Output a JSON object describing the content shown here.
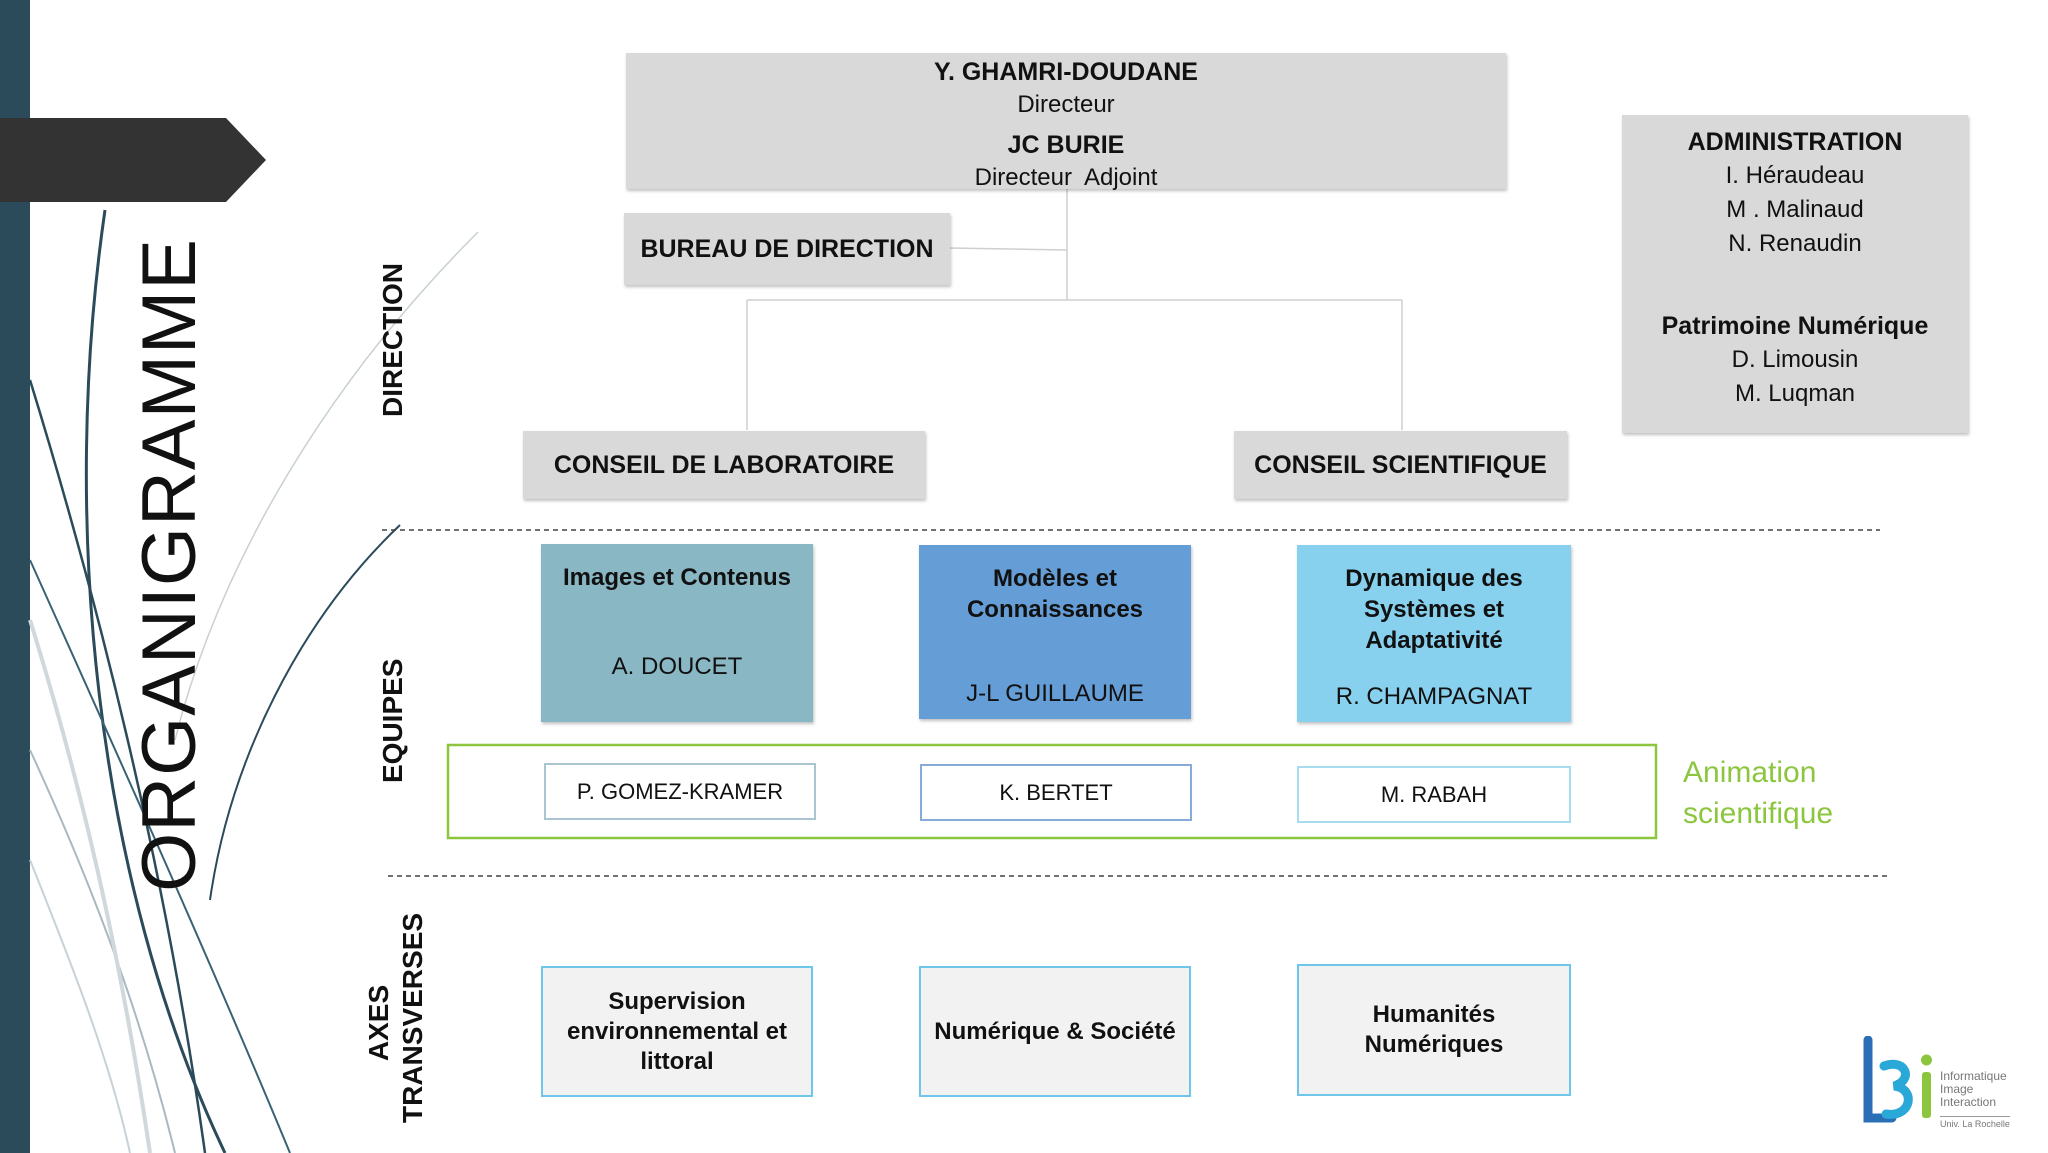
{
  "title": "ORGANIGRAMME",
  "sections": {
    "direction": "DIRECTION",
    "equipes": "EQUIPES",
    "axes_line1": "AXES",
    "axes_line2": "TRANSVERSES"
  },
  "direction_box": {
    "director_name": "Y. GHAMRI-DOUDANE",
    "director_role": "Directeur",
    "deputy_name": "JC BURIE",
    "deputy_role": "Directeur  Adjoint"
  },
  "bureau": "BUREAU DE DIRECTION",
  "conseil_labo": "CONSEIL DE LABORATOIRE",
  "conseil_sci": "CONSEIL SCIENTIFIQUE",
  "administration": {
    "title": "ADMINISTRATION",
    "members": [
      "I. Héraudeau",
      "M . Malinaud",
      "N. Renaudin"
    ],
    "subtitle": "Patrimoine Numérique",
    "sub_members": [
      "D. Limousin",
      "M. Luqman"
    ]
  },
  "teams": [
    {
      "name": "Images et Contenus",
      "lead": "A. DOUCET",
      "color": "#89b7c4"
    },
    {
      "name": "Modèles et Connaissances",
      "lead": "J-L GUILLAUME",
      "color": "#659dd6"
    },
    {
      "name": "Dynamique des Systèmes et Adaptativité",
      "lead": "R. CHAMPAGNAT",
      "color": "#87d1ee"
    }
  ],
  "animation": {
    "label_line1": "Animation",
    "label_line2": "scientifique",
    "color": "#8cc63f",
    "people": [
      "P. GOMEZ-KRAMER",
      "K. BERTET",
      "M. RABAH"
    ]
  },
  "axes": [
    "Supervision environnemental et littoral",
    "Numérique & Société",
    "Humanités Numériques"
  ],
  "logo": {
    "mark": "L3i",
    "lines": [
      "Informatique",
      "Image",
      "Interaction"
    ],
    "university": "Univ. La Rochelle"
  },
  "colors": {
    "sidebar": "#2b4a5a",
    "banner": "#333333",
    "box_gray": "#d9d9d9",
    "axis_border": "#6ec6ea"
  }
}
